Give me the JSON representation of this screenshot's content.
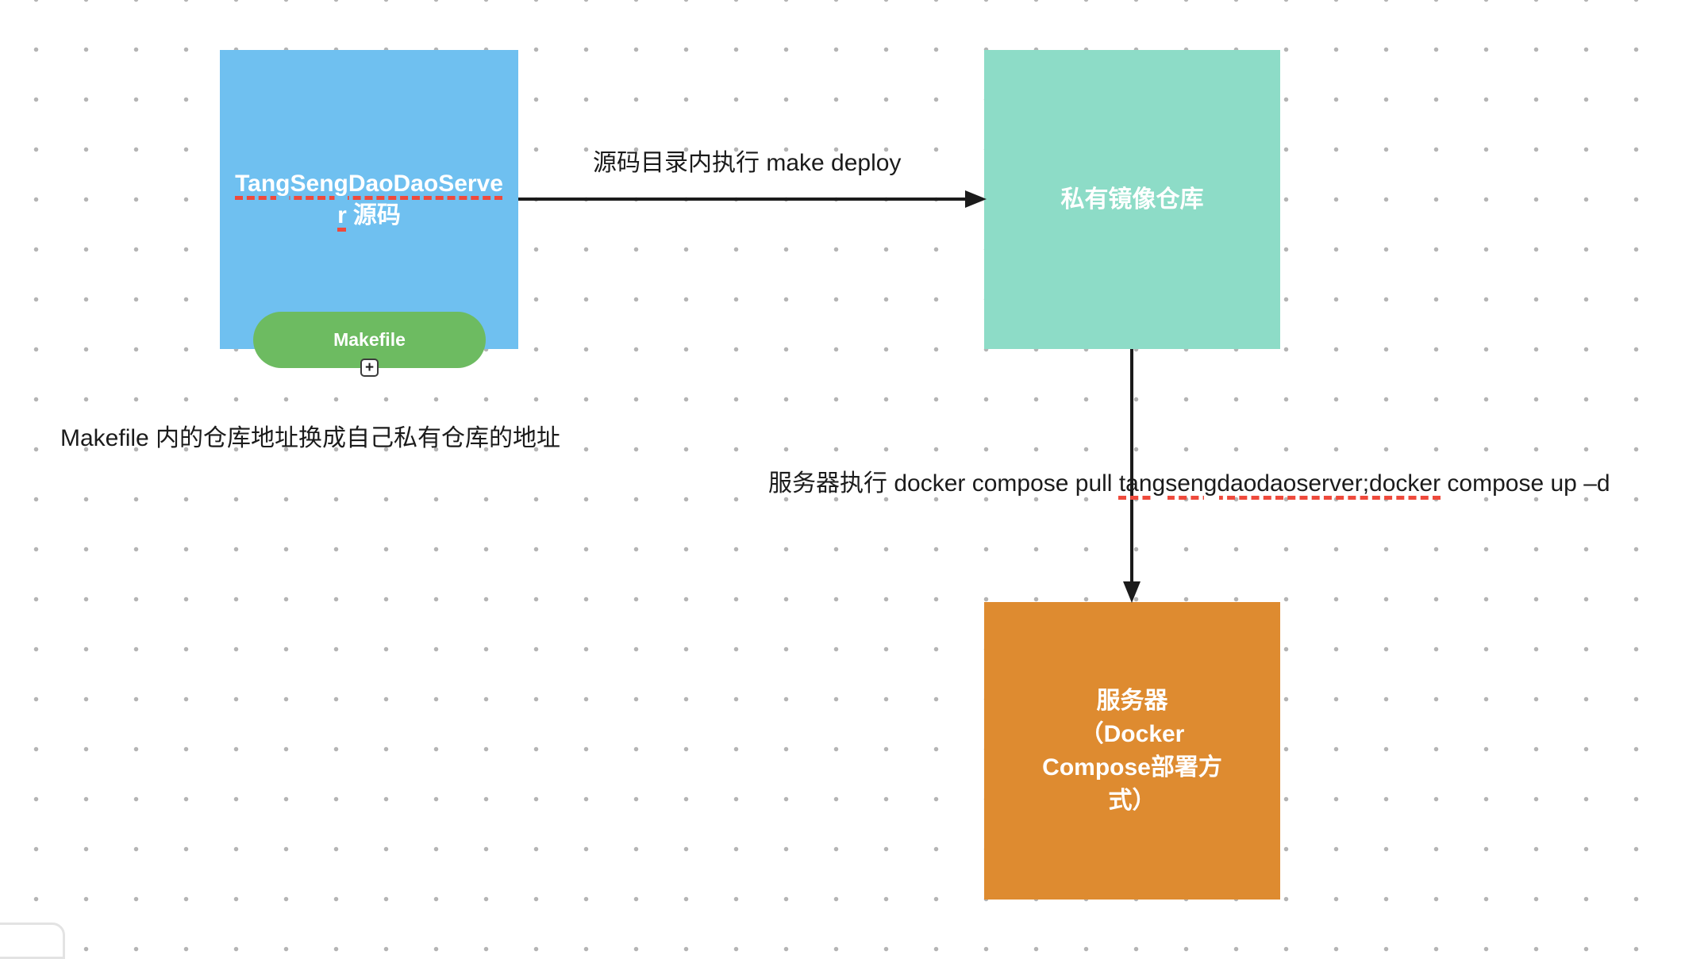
{
  "diagram": {
    "nodes": {
      "source": {
        "title_en": "TangSengDaoDaoServer",
        "title_zh": "源码",
        "fill": "#6FC0F0",
        "badge_label": "Makefile",
        "badge_fill": "#6DBB61",
        "plus_icon": "+"
      },
      "registry": {
        "title": "私有镜像仓库",
        "fill": "#8DDCC7"
      },
      "server": {
        "title": "服务器\n（Docker\nCompose部署方\n式）",
        "fill": "#DE8B30"
      }
    },
    "edges": {
      "make_deploy": {
        "label": "源码目录内执行 make deploy"
      },
      "compose_pull": {
        "label_prefix": "服务器执行 docker compose pull ",
        "label_underlined": "tangsengdaodaoserver;docker",
        "label_suffix": " compose up –d"
      }
    },
    "notes": {
      "makefile_note": "Makefile 内的仓库地址换成自己私有仓库的地址"
    },
    "colors": {
      "arrow": "#1b1b1b",
      "text": "#1b1b1b",
      "spellcheck_underline": "#EF4A3C",
      "grid_dot": "#b5b5b5"
    }
  }
}
